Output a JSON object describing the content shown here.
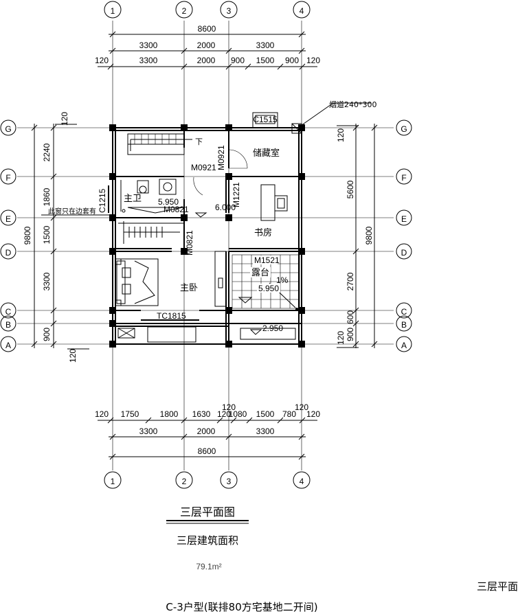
{
  "axes": {
    "numbers": [
      "1",
      "2",
      "3",
      "4"
    ],
    "letters": [
      "G",
      "F",
      "E",
      "D",
      "C",
      "B",
      "A"
    ]
  },
  "dims_top": {
    "total": "8600",
    "row1": [
      "3300",
      "2000",
      "3300"
    ],
    "row2": [
      "120",
      "3300",
      "2000",
      "900",
      "1500",
      "900",
      "120"
    ]
  },
  "dims_bottom": {
    "row1": [
      "120",
      "1750",
      "1800",
      "1630",
      "120",
      "1080",
      "1500",
      "780",
      "120"
    ],
    "extra_120": [
      "120",
      "120"
    ],
    "row2": [
      "3300",
      "2000",
      "3300"
    ],
    "total": "8600"
  },
  "dims_left": {
    "top_120": "120",
    "segments": [
      "2240",
      "1860",
      "1500",
      "3300",
      "900"
    ],
    "total": "9800",
    "bottom_120": "120"
  },
  "dims_right": {
    "top_120": "120",
    "segments": [
      "5600",
      "2700",
      "600",
      "900"
    ],
    "total": "9800",
    "bottom_120": "120"
  },
  "labels": {
    "chimney": "烟道240*300",
    "c1515": "C1515",
    "down": "下",
    "storage": "储藏室",
    "m0921a": "M0921",
    "m0921b": "M0921",
    "m1221": "M1221",
    "c1215": "C1215",
    "note": "此窗只在边套有",
    "bath": "主卫",
    "elev1": "5.950",
    "m0821a": "M0821",
    "elev2": "6.000",
    "study": "书房",
    "m0821b": "M0821",
    "m1521": "M1521",
    "terrace": "露台",
    "slope": "1%",
    "elev3": "5.950",
    "master": "主卧",
    "tc1815": "TC1815",
    "elev4": "2.950"
  },
  "captions": {
    "title": "三层平面图",
    "area_label": "三层建筑面积",
    "area_value": "79.1m²",
    "right_note": "三层平面",
    "type_label": "C-3户型(联排80方宅基地二开间)"
  }
}
